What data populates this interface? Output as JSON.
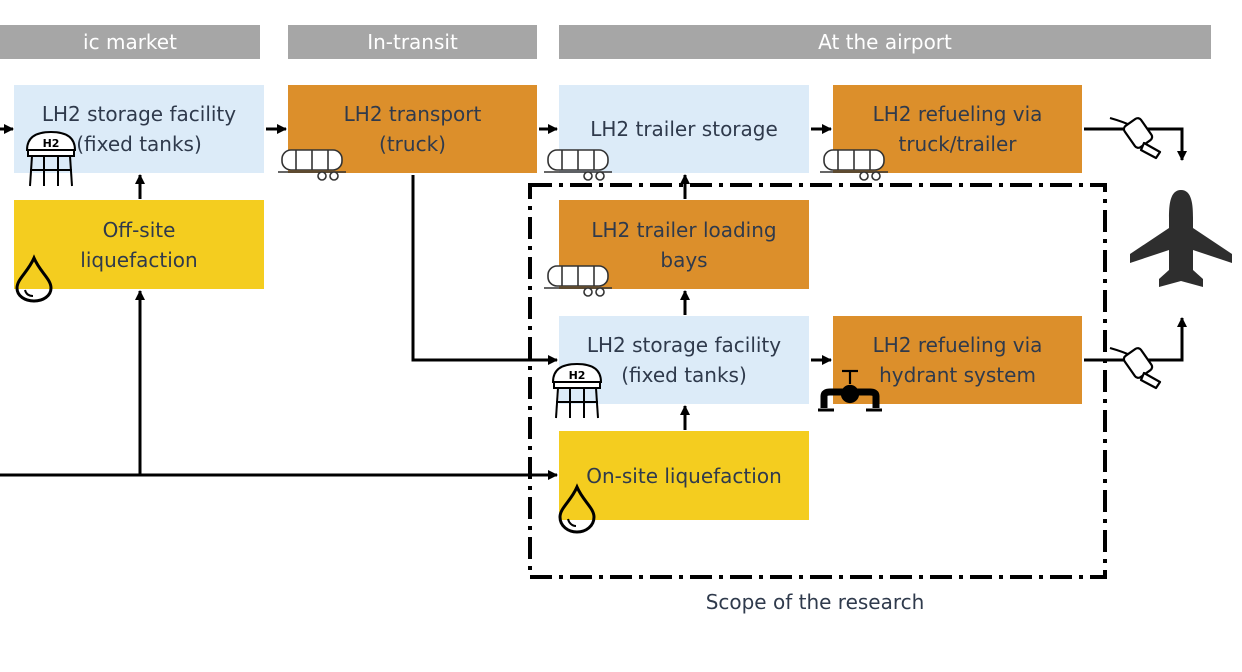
{
  "headers": {
    "domestic_market": "ic market",
    "in_transit": "In-transit",
    "at_airport": "At the airport"
  },
  "boxes": {
    "storage_offsite": "LH2 storage facility\n(fixed tanks)",
    "offsite_liquefaction": "Off-site\nliquefaction",
    "transport_truck": "LH2 transport\n(truck)",
    "trailer_storage": "LH2 trailer storage",
    "refuel_truck": "LH2 refueling via\ntruck/trailer",
    "loading_bays": "LH2 trailer loading\nbays",
    "storage_onsite": "LH2 storage facility\n(fixed tanks)",
    "refuel_hydrant": "LH2 refueling via\nhydrant system",
    "onsite_liquefaction": "On-site liquefaction"
  },
  "scope_label": "Scope of the research",
  "tank_label": "H2",
  "icons": [
    "storage-tank-icon",
    "trailer-icon",
    "droplet-icon",
    "fuel-nozzle-icon",
    "hydrant-valve-icon",
    "airplane-icon"
  ],
  "colors": {
    "header": "#a6a6a6",
    "storage_blue": "#dcebf8",
    "transport_orange": "#dc8f2b",
    "liquefaction_yellow": "#f4cd1f",
    "text": "#2f3a4c"
  }
}
